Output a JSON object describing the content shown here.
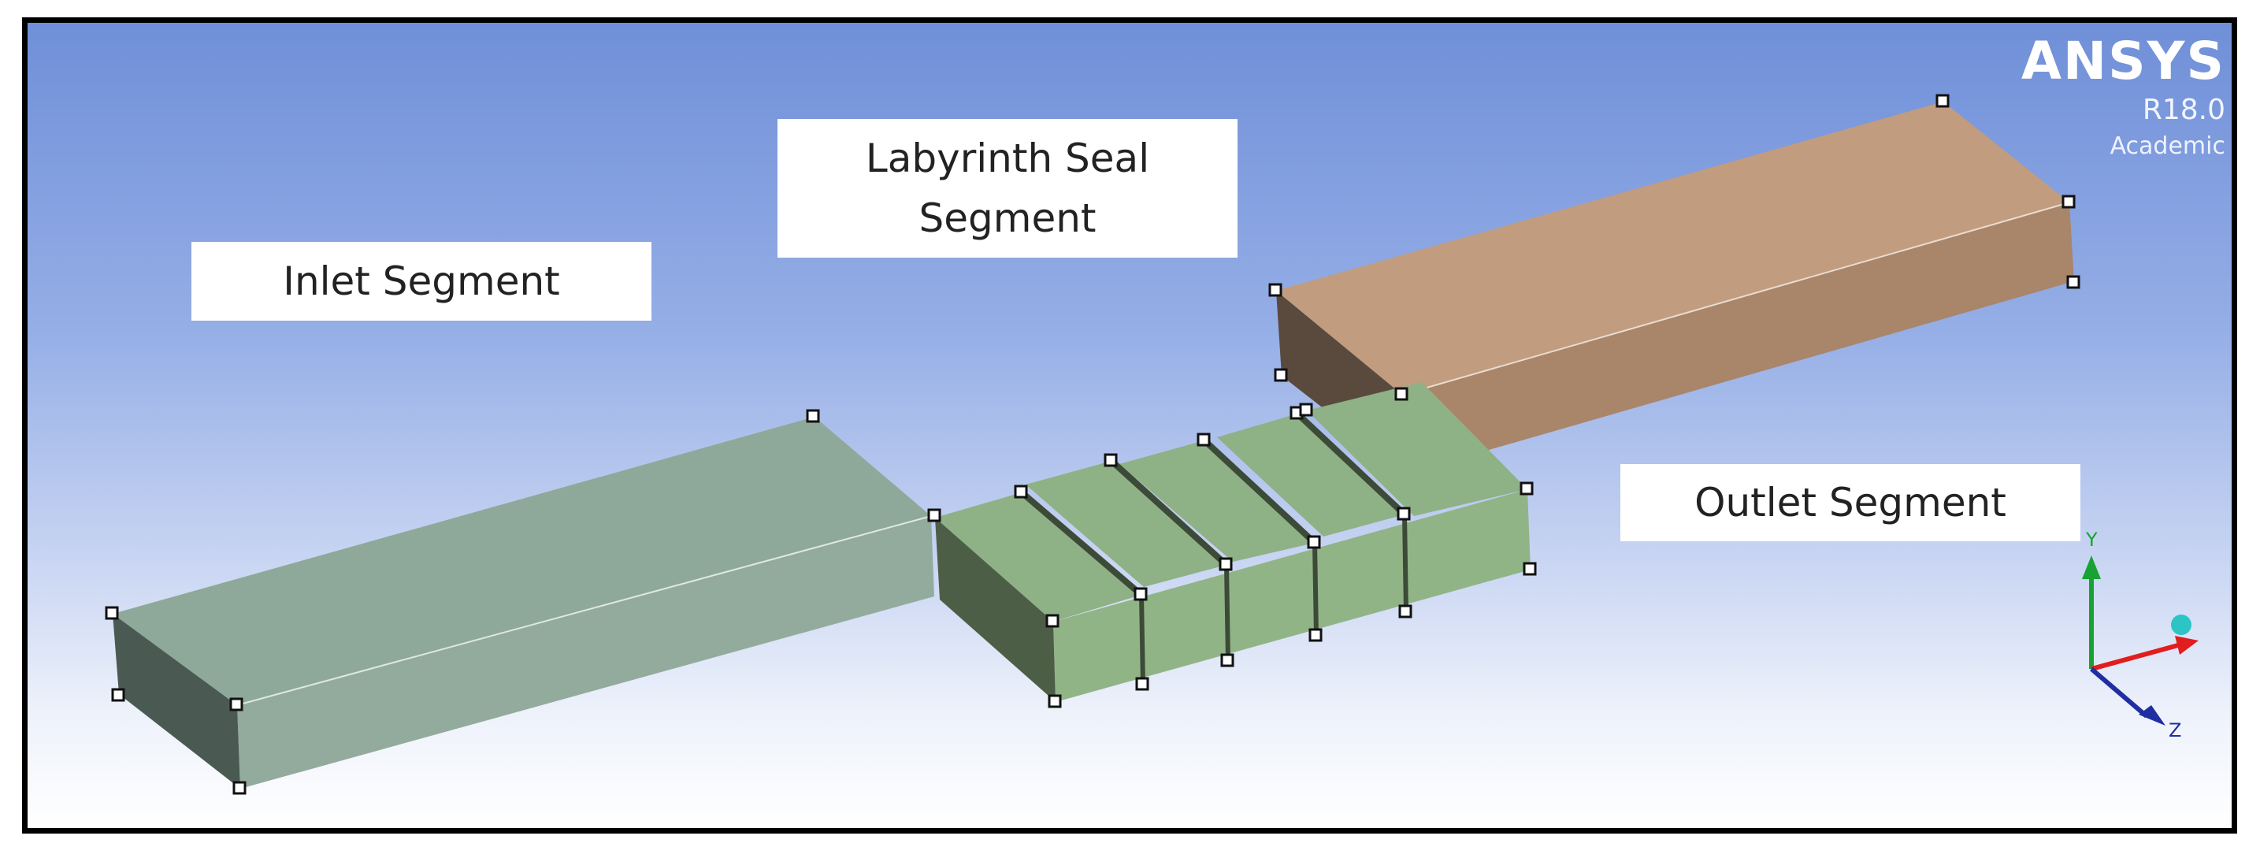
{
  "viewport": {
    "labels": {
      "inlet": "Inlet Segment",
      "seal_line1": "Labyrinth Seal",
      "seal_line2": "Segment",
      "outlet": "Outlet Segment"
    },
    "logo": {
      "brand": "ANSYS",
      "version": "R18.0",
      "edition": "Academic"
    },
    "triad": {
      "y_label": "Y",
      "z_label": "Z",
      "x_label": ""
    },
    "colors": {
      "inlet_segment": "#8fa99b",
      "seal_segment": "#8fb186",
      "outlet_segment": "#c39c7e",
      "axis_x": "#e21d1d",
      "axis_y": "#18a233",
      "axis_z": "#1f2ea0",
      "triad_ball": "#2dc4c6"
    }
  }
}
